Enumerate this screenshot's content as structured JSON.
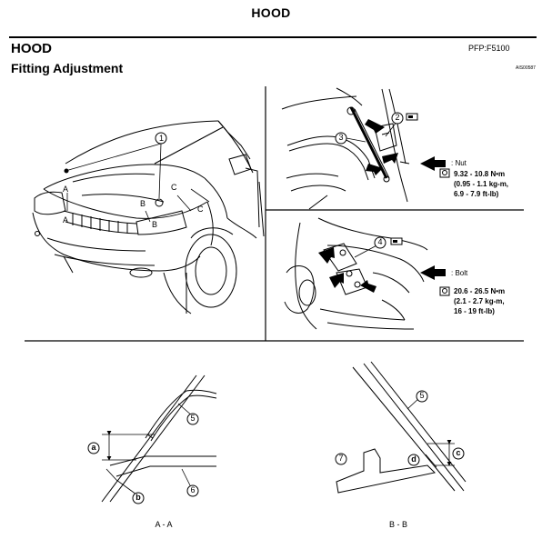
{
  "header": {
    "page_title": "HOOD",
    "section_title": "HOOD",
    "subsection_title": "Fitting Adjustment",
    "pfp_code": "PFP:F5100",
    "image_id": "AIS00587"
  },
  "figure_car": {
    "callout": "1",
    "labels": [
      "A",
      "A",
      "B",
      "B",
      "C",
      "C"
    ]
  },
  "figure_nut": {
    "callout_strut": "3",
    "callout_bracket": "2",
    "label": "Nut",
    "torque": [
      "9.32 - 10.8 N•m",
      "(0.95 - 1.1 kg-m,",
      "6.9 - 7.9 ft-lb)"
    ]
  },
  "figure_bolt": {
    "callout_hinge": "4",
    "label": "Bolt",
    "torque": [
      "20.6 - 26.5 N•m",
      "(2.1 - 2.7 kg-m,",
      "16 - 19 ft-lb)"
    ]
  },
  "section_aa": {
    "caption": "A - A",
    "callouts": [
      "a",
      "b",
      "5",
      "6"
    ]
  },
  "section_bb": {
    "caption": "B - B",
    "callouts": [
      "5",
      "7",
      "d",
      "c"
    ]
  }
}
